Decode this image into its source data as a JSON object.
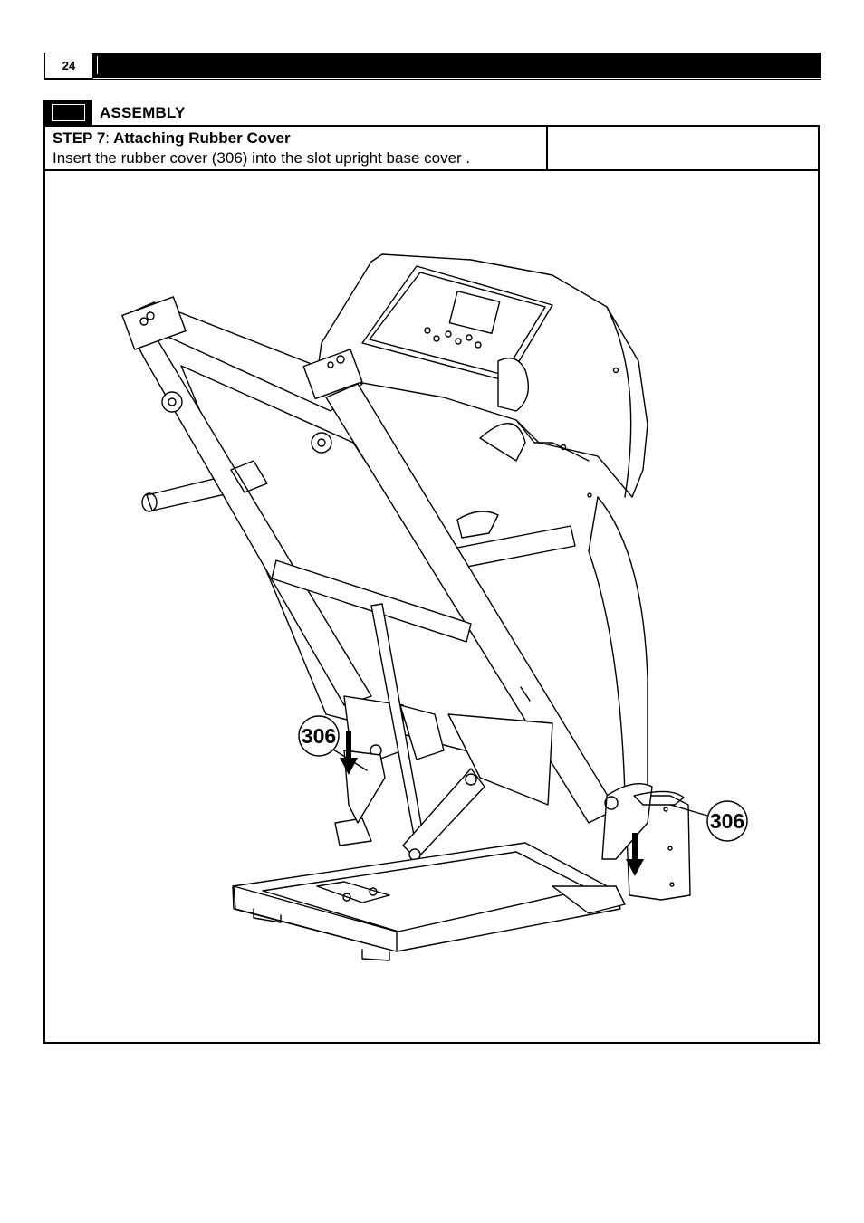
{
  "page": {
    "number": "24"
  },
  "section": {
    "title": "ASSEMBLY"
  },
  "step": {
    "label": "STEP 7",
    "separator": ":",
    "title": "Attaching Rubber Cover",
    "instruction": "Insert the rubber cover (306) into the slot upright base cover ."
  },
  "figure": {
    "callouts": [
      {
        "part": "306"
      },
      {
        "part": "306"
      }
    ]
  }
}
